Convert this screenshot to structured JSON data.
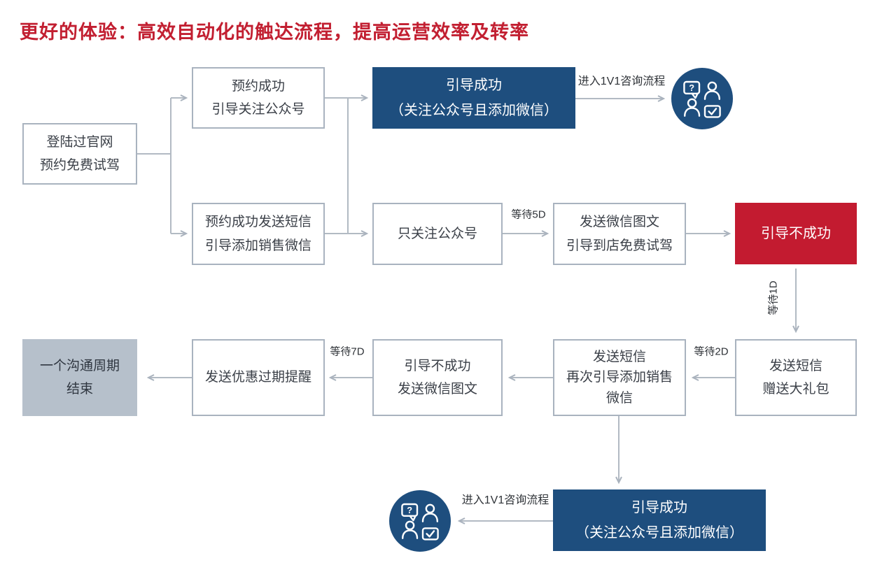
{
  "title": "更好的体验：高效自动化的触达流程，提高运营效率及转率",
  "colors": {
    "blue": "#1e4e7e",
    "red": "#c31b30",
    "gray_fill": "#b6c0cb",
    "line": "#b2bac3",
    "border": "#a9b3bf",
    "text": "#3a3f47",
    "title": "#c21f31",
    "bg": "#ffffff"
  },
  "nodes": {
    "entry": {
      "lines": [
        "登陆过官网",
        "预约免费试驾"
      ]
    },
    "appt_follow": {
      "lines": [
        "预约成功",
        "引导关注公众号"
      ]
    },
    "guide_success_top": {
      "lines": [
        "引导成功",
        "（关注公众号且添加微信）"
      ]
    },
    "sms_guide": {
      "lines": [
        "预约成功发送短信",
        "引导添加销售微信"
      ]
    },
    "only_follow": {
      "lines": [
        "只关注公众号"
      ]
    },
    "wechat_article": {
      "lines": [
        "发送微信图文",
        "引导到店免费试驾"
      ]
    },
    "guide_fail": {
      "lines": [
        "引导不成功"
      ]
    },
    "cycle_end": {
      "lines": [
        "一个沟通周期",
        "结束"
      ]
    },
    "coupon_expire": {
      "lines": [
        "发送优惠过期提醒"
      ]
    },
    "fail_article": {
      "lines": [
        "引导不成功",
        "发送微信图文"
      ]
    },
    "sms_again": {
      "lines": [
        "发送短信",
        "再次引导添加销售",
        "微信"
      ]
    },
    "sms_gift": {
      "lines": [
        "发送短信",
        "赠送大礼包"
      ]
    },
    "guide_success_bottom": {
      "lines": [
        "引导成功",
        "（关注公众号且添加微信）"
      ]
    }
  },
  "edge_labels": {
    "enter_1v1_top": "进入1V1咨询流程",
    "wait_5d": "等待5D",
    "wait_1d": "等待1D",
    "wait_2d": "等待2D",
    "wait_7d": "等待7D",
    "enter_1v1_bottom": "进入1V1咨询流程"
  },
  "icons": {
    "consult": "1v1-consult-people-icon"
  }
}
